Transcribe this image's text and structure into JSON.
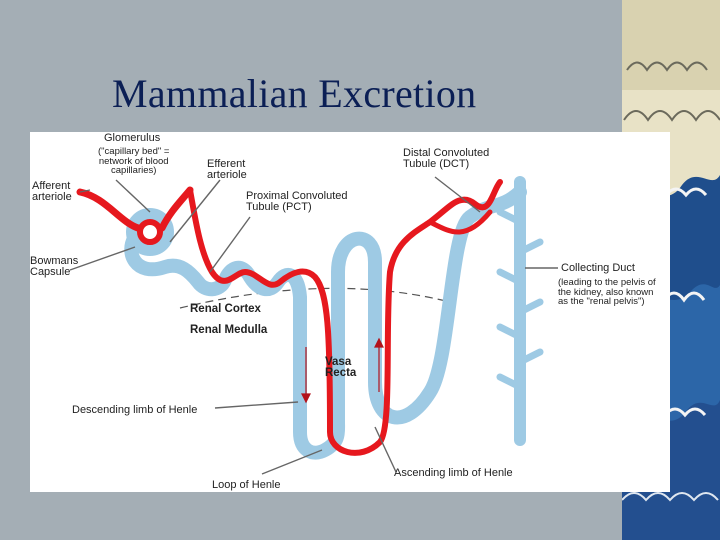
{
  "slide": {
    "title": "Mammalian Excretion"
  },
  "diagram": {
    "labels": {
      "glomerulus": "Glomerulus",
      "glomerulus_note": "(\"capillary bed\" =\nnetwork of blood\ncapillaries)",
      "efferent_arteriole": "Efferent\narteriole",
      "afferent_arteriole": "Afferent\narteriole",
      "pct": "Proximal Convoluted\nTubule (PCT)",
      "dct": "Distal Convoluted\nTubule (DCT)",
      "bowmans_capsule": "Bowmans\nCapsule",
      "renal_cortex": "Renal Cortex",
      "renal_medulla": "Renal Medulla",
      "vasa_recta": "Vasa\nRecta",
      "collecting_duct": "Collecting Duct",
      "collecting_duct_note": "(leading to the pelvis of\nthe kidney, also known\nas the \"renal pelvis\")",
      "descending_limb": "Descending limb of Henle",
      "ascending_limb": "Ascending limb of Henle",
      "loop_of_henle": "Loop of Henle"
    },
    "colors": {
      "tubule": "#9ecae4",
      "blood": "#e6181e",
      "text": "#222222",
      "title": "#0b1f55"
    }
  }
}
